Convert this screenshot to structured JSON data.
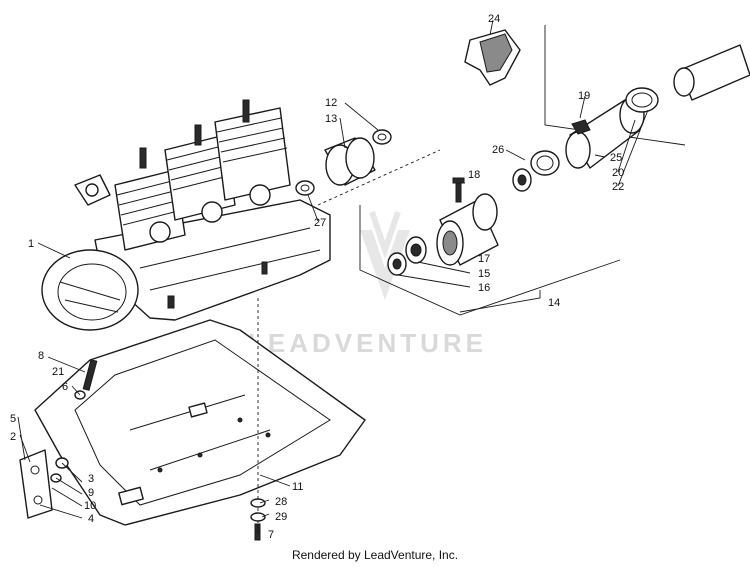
{
  "watermark": {
    "text": "LEADVENTURE"
  },
  "footer": {
    "text": "Rendered by LeadVenture, Inc."
  },
  "callouts": [
    "1",
    "2",
    "3",
    "4",
    "5",
    "6",
    "7",
    "8",
    "9",
    "10",
    "11",
    "12",
    "13",
    "14",
    "15",
    "16",
    "17",
    "18",
    "19",
    "20",
    "21",
    "22",
    "24",
    "25",
    "26",
    "27",
    "28",
    "29"
  ]
}
